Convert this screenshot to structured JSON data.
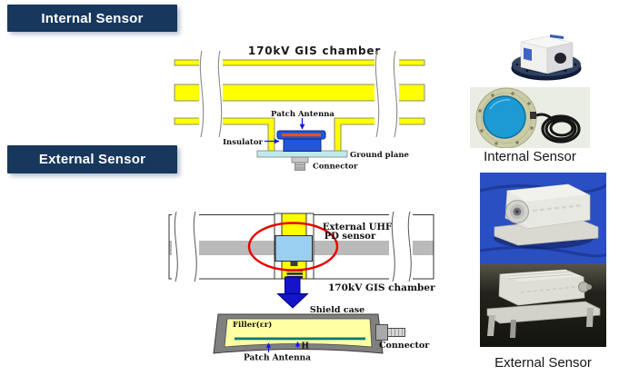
{
  "banners": {
    "internal": "Internal Sensor",
    "external": "External Sensor"
  },
  "internal_diagram": {
    "title": "170kV GIS chamber",
    "patch_antenna": "Patch Antenna",
    "insulator": "Insulator",
    "ground_plane": "Ground plane",
    "connector": "Connector"
  },
  "external_diagram": {
    "sensor_line1": "External UHF",
    "sensor_line2": "PD sensor",
    "chamber": "170kV GIS chamber",
    "shield_case": "Shield case",
    "filler": "Filler(εr)",
    "height": "H",
    "patch_antenna": "Patch Antenna",
    "connector": "Connector"
  },
  "photo_captions": {
    "internal": "Internal Sensor",
    "external": "External Sensor"
  },
  "colors": {
    "banner_navy": "#17375D",
    "busbar_yellow": "#FFFF00",
    "sensor_blue": "#9BCFF2",
    "insulator_blue": "#2356D8",
    "antenna_orange": "#E0561E",
    "ground_plane_cyan": "#BFEAEC",
    "highlight_red": "#E80000",
    "arrow_blue": "#1414C8",
    "antenna_teal": "#057878",
    "filler_yellow": "#FFFFA3"
  }
}
